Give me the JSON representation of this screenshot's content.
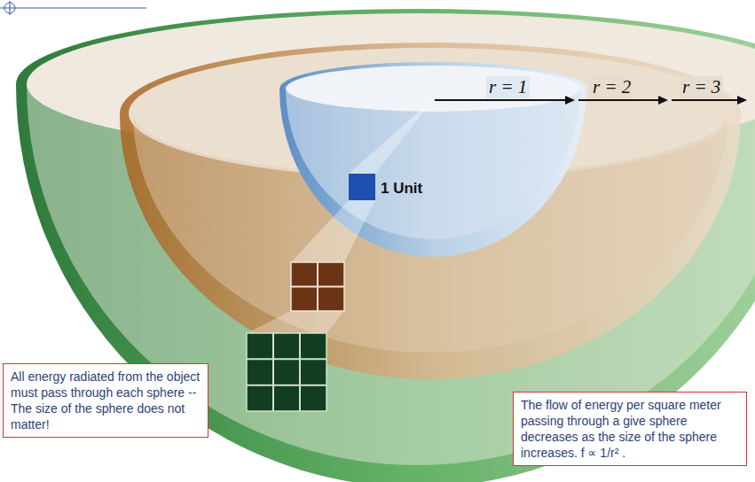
{
  "diagram": {
    "nodes": [
      {
        "text": [
          "All energy radiated from the object must pass through each sphere -- The size of the sphere does not matter!"
        ]
      },
      {
        "text": [
          "The flow of energy per square meter passing through a give sphere decreases as the size of the sphere increases. f ∝ 1/r² ."
        ]
      }
    ],
    "labels": [
      "r = 1",
      "r = 2",
      "r = 3",
      "1 Unit"
    ]
  }
}
